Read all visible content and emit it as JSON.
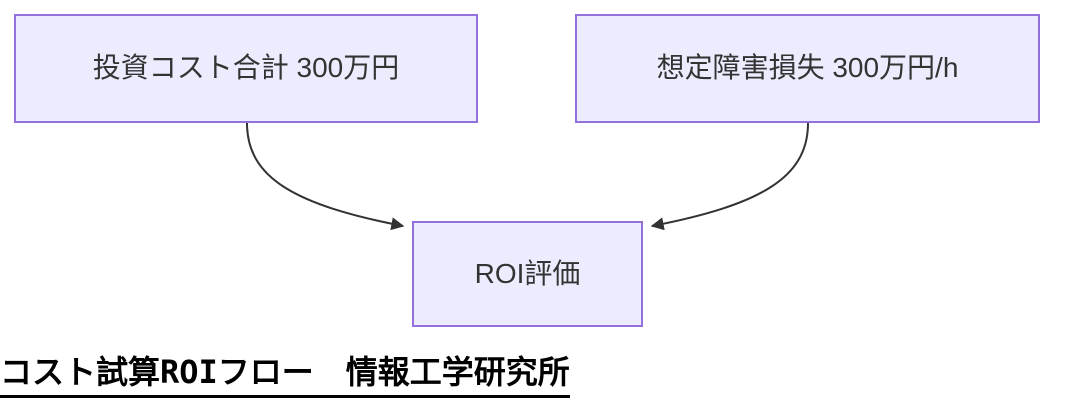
{
  "diagram": {
    "nodes": [
      {
        "id": "A",
        "label": "投資コスト合計 300万円"
      },
      {
        "id": "B",
        "label": "想定障害損失 300万円/h"
      },
      {
        "id": "C",
        "label": "ROI評価"
      }
    ],
    "edges": [
      {
        "from": "A",
        "to": "C"
      },
      {
        "from": "B",
        "to": "C"
      }
    ],
    "caption": "コスト試算ROIフロー　情報工学研究所",
    "colors": {
      "background": "#ffffff",
      "node_fill": "#ECECFF",
      "node_border": "#9370DB",
      "node_text": "#333333",
      "edge_stroke": "#333333",
      "caption_text": "#000000"
    }
  }
}
